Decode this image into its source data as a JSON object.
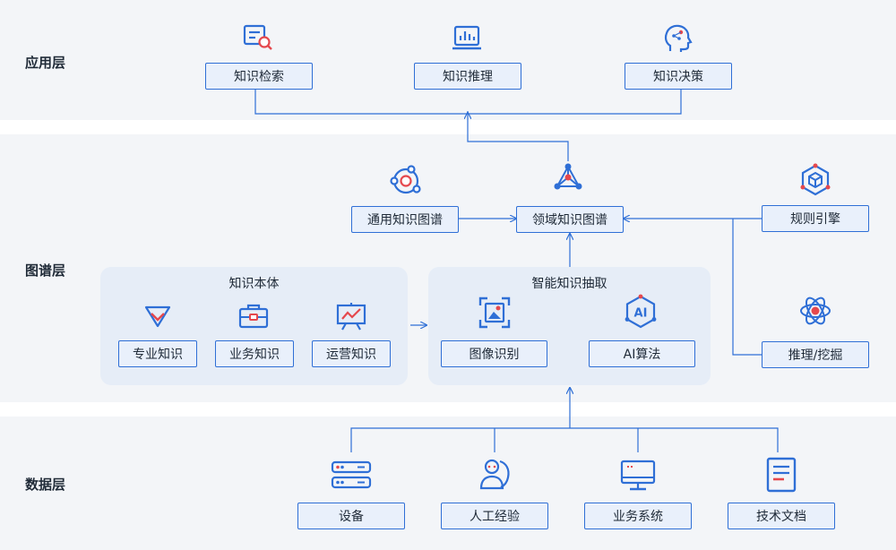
{
  "colors": {
    "primary": "#2f6fd6",
    "accent": "#e5484d",
    "band": "#f3f5f8",
    "panel": "#e6edf7",
    "node_fill": "#e9f0fb"
  },
  "layers": {
    "application": "应用层",
    "graph": "图谱层",
    "data": "数据层"
  },
  "application_nodes": [
    "知识检索",
    "知识推理",
    "知识决策"
  ],
  "graph": {
    "general_kg": "通用知识图谱",
    "domain_kg": "领域知识图谱",
    "rule_engine": "规则引擎",
    "reasoning_mining": "推理/挖掘",
    "ontology": {
      "title": "知识本体",
      "items": [
        "专业知识",
        "业务知识",
        "运营知识"
      ]
    },
    "extraction": {
      "title": "智能知识抽取",
      "items": [
        "图像识别",
        "AI算法"
      ],
      "ai_badge": "AI"
    }
  },
  "data_nodes": [
    "设备",
    "人工经验",
    "业务系统",
    "技术文档"
  ],
  "icons": {
    "app": [
      "search-document-icon",
      "laptop-chart-icon",
      "brain-head-icon"
    ],
    "graph": [
      "orbit-network-icon",
      "knowledge-graph-icon",
      "cube-icon",
      "atom-icon"
    ],
    "ontology": [
      "diamond-icon",
      "briefcase-icon",
      "presentation-board-icon"
    ],
    "extraction": [
      "image-scan-icon",
      "ai-chip-icon"
    ],
    "data": [
      "server-icon",
      "user-icon",
      "monitor-icon",
      "document-icon"
    ]
  }
}
